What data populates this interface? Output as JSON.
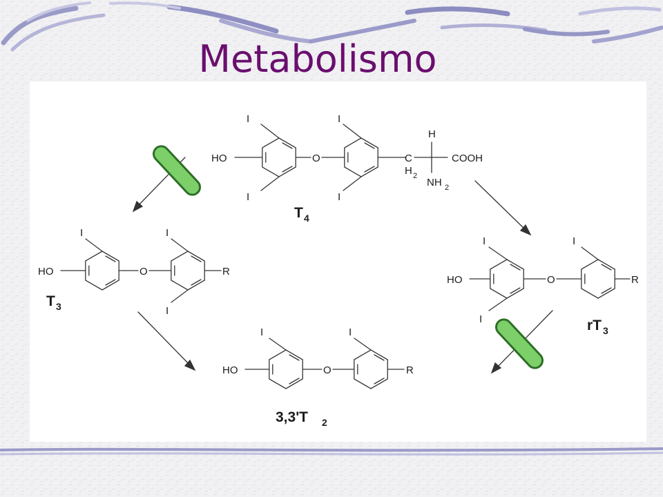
{
  "slide": {
    "title": "Metabolismo"
  },
  "diagram": {
    "atoms": {
      "iodine": "I",
      "hydroxyl": "HO",
      "oxygen": "O",
      "r_group": "R",
      "carbon": "C",
      "hydrogen": "H",
      "h2": "H",
      "h2_sub": "2",
      "carboxyl": "COOH",
      "amine": "NH",
      "amine_sub": "2"
    },
    "labels": {
      "t4": "T",
      "t4_sub": "4",
      "t3": "T",
      "t3_sub": "3",
      "rt3": "rT",
      "rt3_sub": "3",
      "t2": "3,3'T",
      "t2_sub": "2"
    },
    "colors": {
      "inhibitor_fill": "#7dcf6a",
      "inhibitor_stroke": "#2d6e28",
      "title_color": "#6a0f6e"
    }
  }
}
